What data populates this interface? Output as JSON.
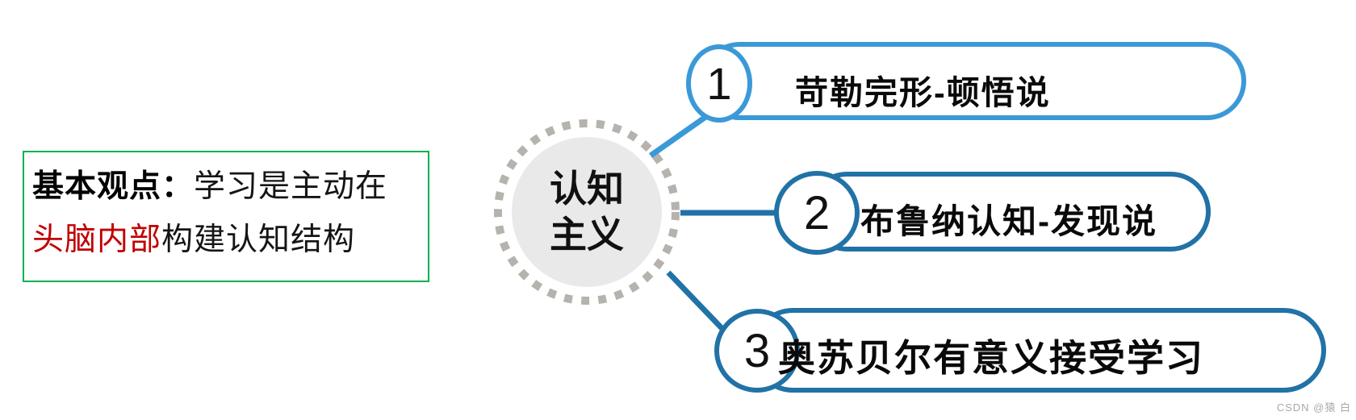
{
  "note_box": {
    "prefix": "基本观点：",
    "line1_rest": "学习是主动在",
    "highlight": "头脑内部",
    "line2_rest": "构建认知结构"
  },
  "center_node": {
    "line1": "认知",
    "line2": "主义"
  },
  "branches": [
    {
      "number": "1",
      "label": "苛勒完形-顿悟说"
    },
    {
      "number": "2",
      "label": "布鲁纳认知-发现说"
    },
    {
      "number": "3",
      "label": "奥苏贝尔有意义接受学习"
    }
  ],
  "watermark": "CSDN @猿 白",
  "colors": {
    "branch1_blue": "#3b99d8",
    "branch23_blue": "#2172a6",
    "note_border_green": "#00b050",
    "highlight_red": "#c00000",
    "ring_dot_gray": "#b6b2ae",
    "center_fill_gray": "#e9e9e9",
    "watermark_gray": "#a8a8a8"
  }
}
